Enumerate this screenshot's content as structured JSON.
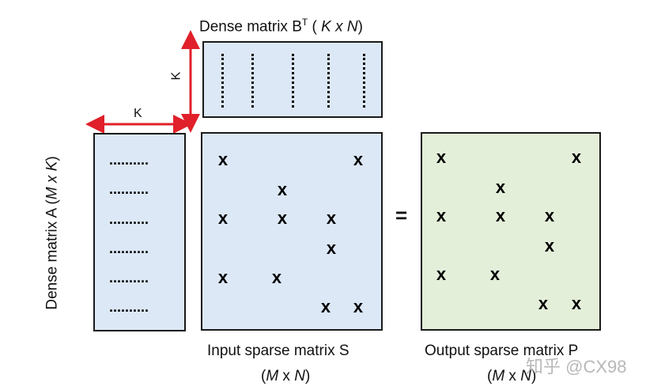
{
  "matrix_b": {
    "label_prefix": "Dense matrix B",
    "label_sup": "T",
    "label_open": " ( ",
    "label_k": "K",
    "label_x": " x ",
    "label_n": "N",
    "label_close": ")",
    "dim_label": "K"
  },
  "matrix_a": {
    "label_prefix": "Dense matrix A (",
    "label_m": "M",
    "label_x": " x ",
    "label_k": "K",
    "label_close": ")",
    "dim_label": "K",
    "row_dots": [
      "..........",
      "..........",
      "..........",
      "..........",
      "..........",
      ".........."
    ]
  },
  "sparse_s": {
    "label": "Input sparse matrix S",
    "dims_open": "(",
    "dims_m": "M",
    "dims_x": " x ",
    "dims_n": "N",
    "dims_close": ")",
    "mark": "x"
  },
  "sparse_p": {
    "label": "Output sparse matrix P",
    "dims_open": "(",
    "dims_m": "M",
    "dims_x": " x ",
    "dims_n": "N",
    "dims_close": ")",
    "mark": "x"
  },
  "equals": "=",
  "watermark": "知乎 @CX98",
  "colors": {
    "blue_fill": "#dce8f6",
    "green_fill": "#e4efd9",
    "arrow": "#e0202a"
  }
}
